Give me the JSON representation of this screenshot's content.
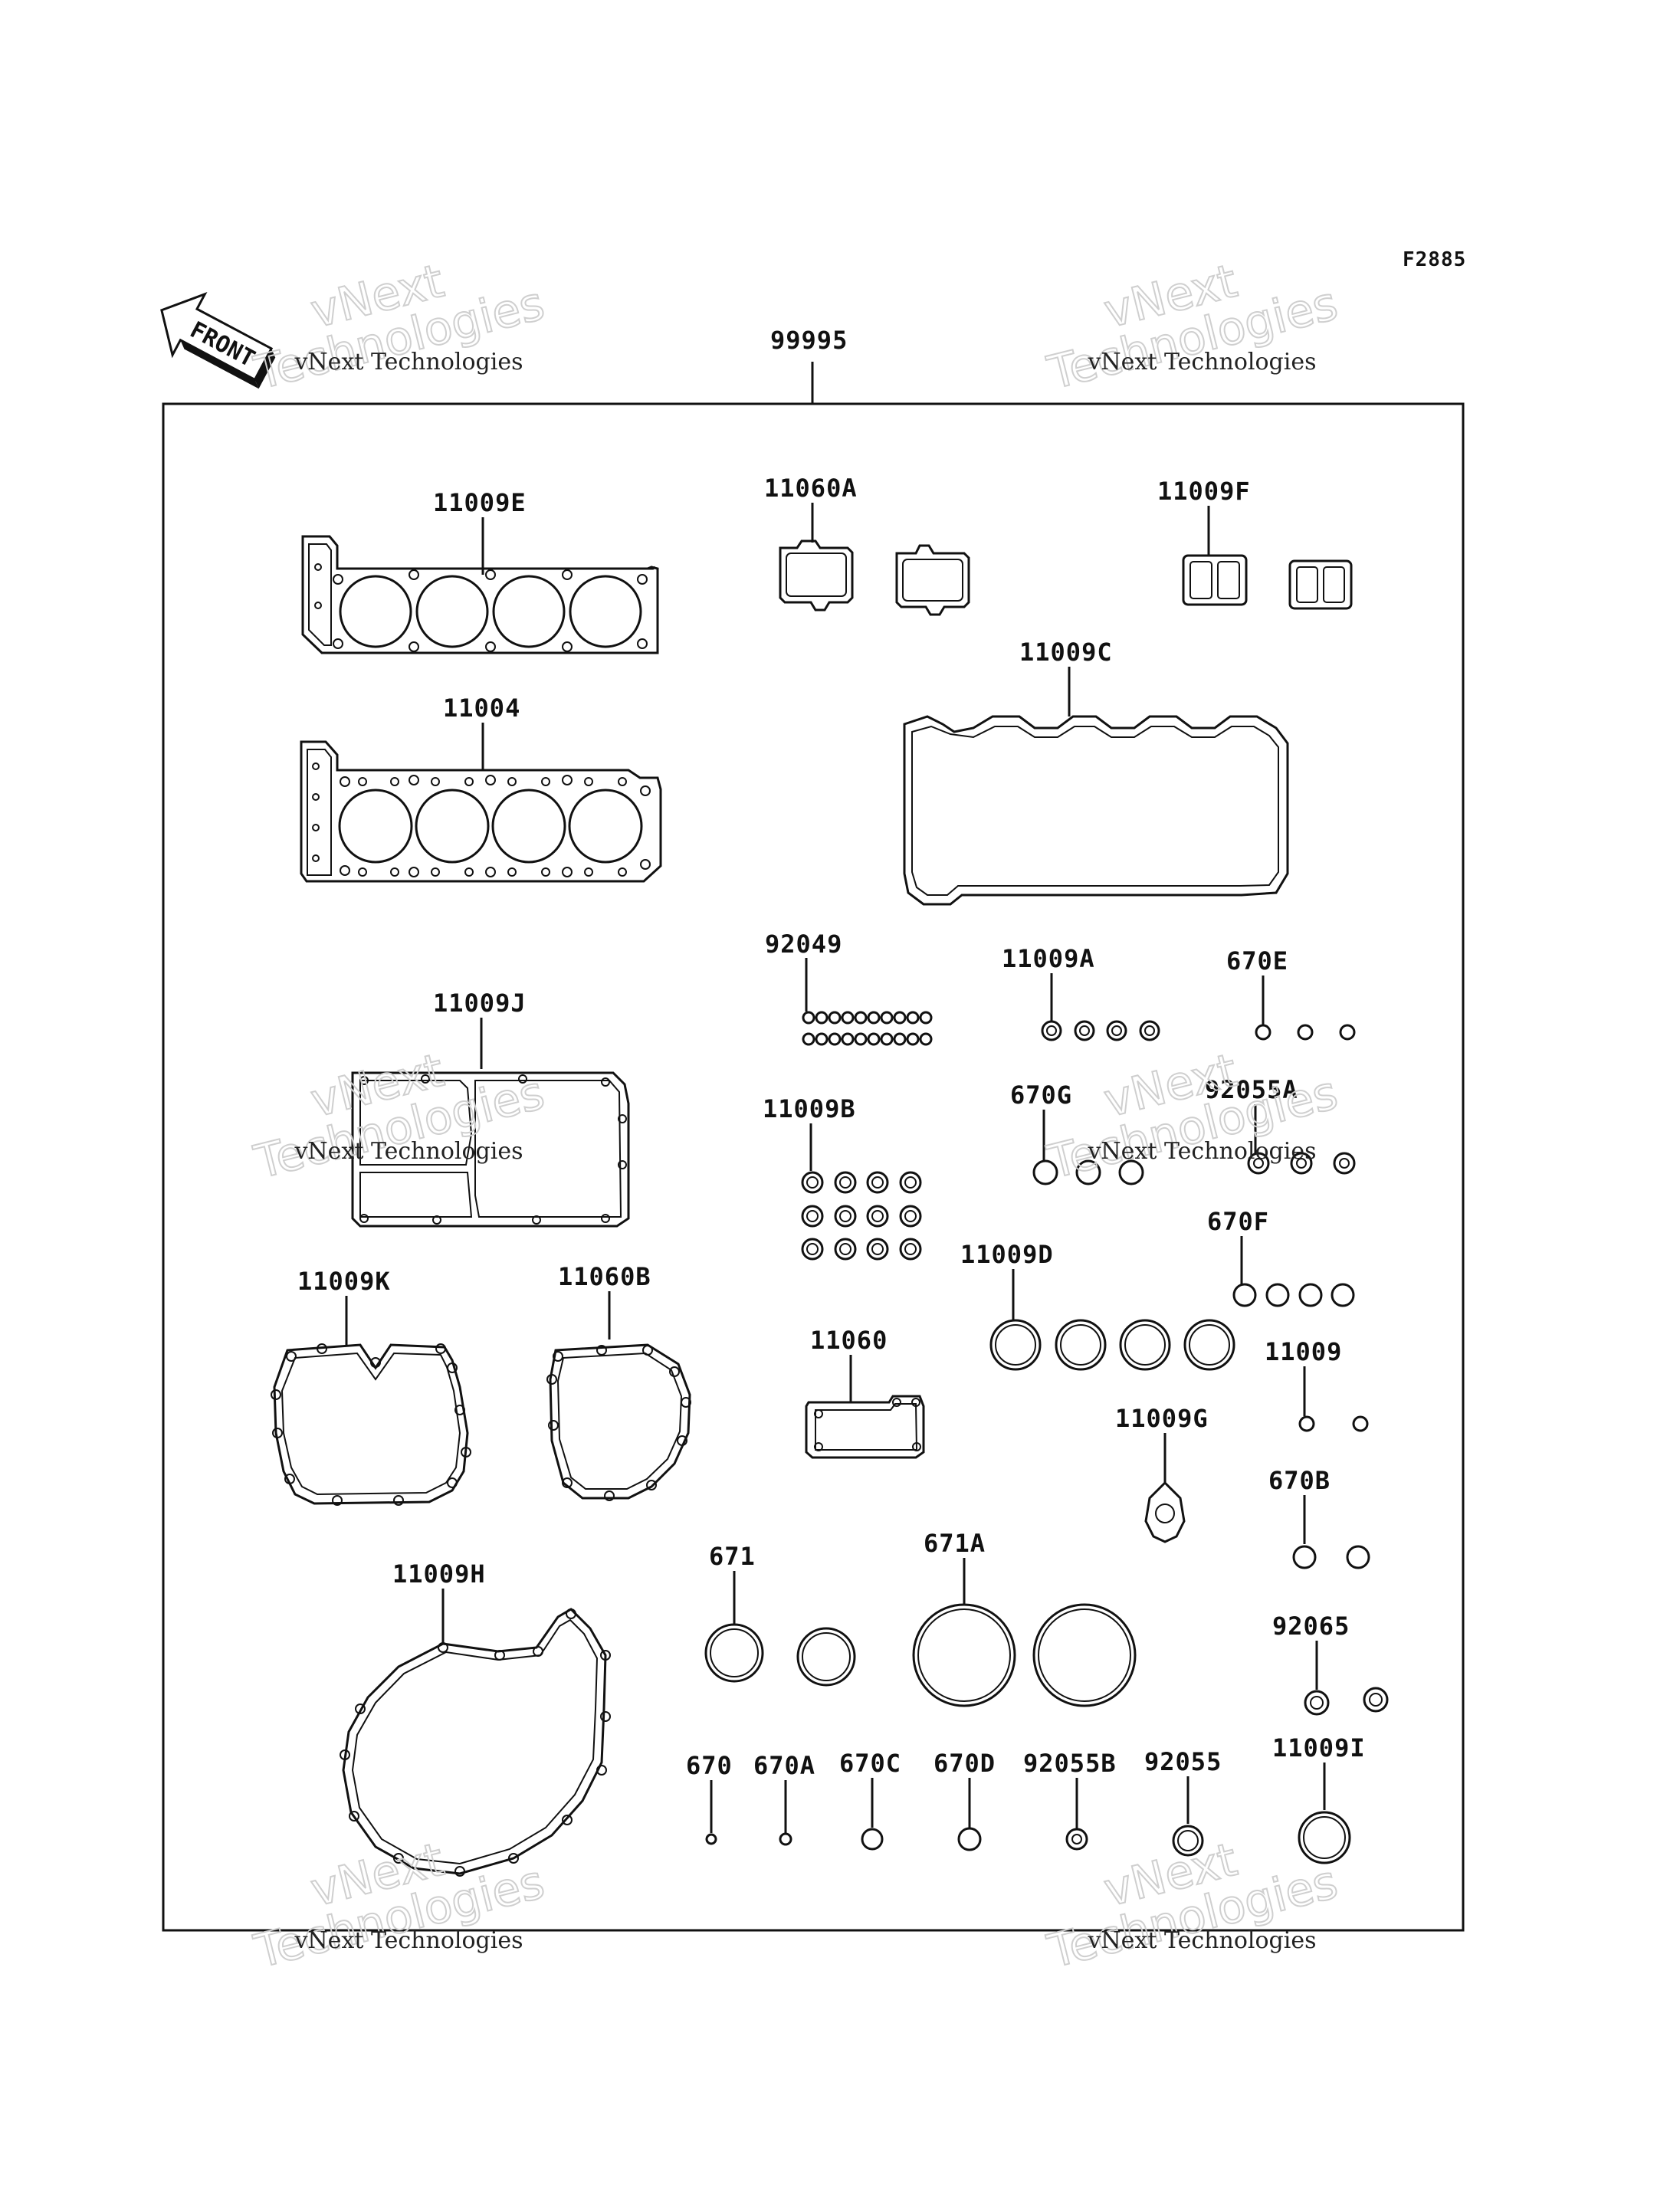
{
  "diagram": {
    "code": "F2885",
    "front_label": "FRONT",
    "kit_part": "99995",
    "watermark_line1": "vNext Technologies",
    "watermark_line2": "vNext",
    "watermark_line3": "Technologies",
    "parts": [
      "11009E",
      "11060A",
      "11009F",
      "11004",
      "11009C",
      "92049",
      "11009A",
      "670E",
      "11009J",
      "11009B",
      "670G",
      "92055A",
      "670F",
      "11009D",
      "11009K",
      "11060B",
      "11060",
      "11009",
      "11009G",
      "670B",
      "671",
      "671A",
      "11009H",
      "92065",
      "670",
      "670A",
      "670C",
      "670D",
      "92055B",
      "92055",
      "11009I"
    ]
  }
}
